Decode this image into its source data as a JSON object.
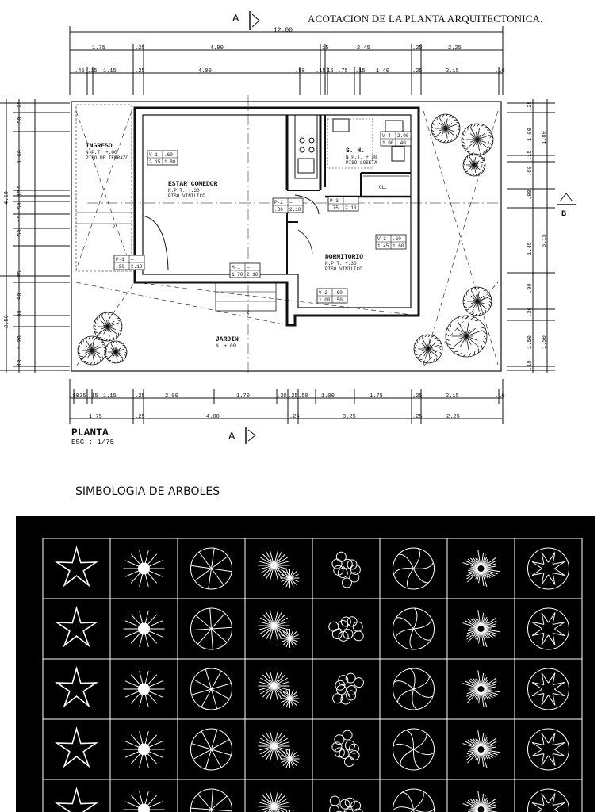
{
  "sheet": {
    "title": "ACOTACION DE LA PLANTA ARQUITECTONICA.",
    "plan_label": "PLANTA",
    "plan_scale": "ESC : 1/75",
    "section_a_label": "A",
    "section_b_label": "B"
  },
  "dimensions": {
    "top_total": "12.00",
    "top_row2": [
      "1.75",
      ".25",
      "4.90",
      ".15",
      "2.45",
      ".25",
      "2.25"
    ],
    "top_row3": [
      ".45",
      ".15",
      "1.15",
      ".25",
      "4.00",
      ".90",
      ".15",
      ".15",
      ".75",
      ".15",
      "1.40",
      ".25",
      "2.15",
      ".10"
    ],
    "bottom_row1": [
      ".10",
      ".35",
      ".15",
      "1.15",
      ".25",
      "2.00",
      "1.70",
      ".30",
      ".25",
      ".50",
      "1.00",
      "1.75",
      ".25",
      "2.15",
      ".10"
    ],
    "bottom_row2": [
      "1.75",
      ".25",
      "4.00",
      ".25",
      "3.25",
      ".25",
      "2.25"
    ],
    "left_total": "4.50",
    "left_lower": "2.50",
    "left_detail": [
      ".25",
      ".50",
      "1.60",
      ".15",
      ".15",
      ".50",
      ".15",
      ".50",
      ".25",
      ".90",
      ".30",
      "1.20",
      ".10"
    ],
    "right_outer": [
      "1.80",
      "5.15",
      "1.50"
    ],
    "right_inner": [
      ".25",
      "1.00",
      ".15",
      ".60",
      ".80",
      "1.45",
      ".90",
      ".30",
      "1.50",
      ".10"
    ]
  },
  "rooms": [
    {
      "name": "INGRESO",
      "level": "N.P.T. +.00",
      "floor": "PISO DE TERRAZO"
    },
    {
      "name": "ESTAR  COMEDOR",
      "level": "N.P.T. +.30",
      "floor": "PISO VINILICO"
    },
    {
      "name": "S. H.",
      "level": "N.P.T. +.30",
      "floor": "PISO LOSETA"
    },
    {
      "name": "DORMITORIO",
      "level": "N.P.T. +.30",
      "floor": "PISO VINILICO"
    },
    {
      "name": "JARDIN",
      "level": "N. +.00",
      "floor": ""
    }
  ],
  "closet_label": "CL.",
  "step_marks": [
    "2",
    "2"
  ],
  "openings": [
    {
      "code": "V-1",
      "a": ".60",
      "b": "2.15",
      "c": "1.80"
    },
    {
      "code": "P-2",
      "a": "",
      "b": ".80",
      "c": "2.10"
    },
    {
      "code": "P-3",
      "a": "",
      "b": ".75",
      "c": "2.10"
    },
    {
      "code": "V-4",
      "a": "2.00",
      "b": "1.00",
      "c": ".40"
    },
    {
      "code": "V-3",
      "a": ".60",
      "b": "1.45",
      "c": "1.60"
    },
    {
      "code": "P-1",
      "a": "",
      "b": ".90",
      "c": "2.10"
    },
    {
      "code": "M-1",
      "a": "",
      "b": "1.70",
      "c": "2.10"
    },
    {
      "code": "V-2",
      "a": ".60",
      "b": "1.00",
      "c": ".50"
    }
  ],
  "legend": {
    "title": "SIMBOLOGIA DE ARBOLES",
    "rows": 5,
    "cols": 8,
    "symbols": [
      "star-palm",
      "spiky-shrub",
      "branch-circle",
      "burst-pair",
      "cluster-blob",
      "lobed-canopy",
      "scallop-canopy",
      "star-circle",
      "fern-clump",
      "bubble-group",
      "radial-circle",
      "scatter-circle",
      "star-burst",
      "leaf-circle",
      "dense-radial",
      "frilled-circle",
      "polygon-group",
      "bead-ring",
      "fan-pair",
      "dot-cloud",
      "segment-circle",
      "cut-circle",
      "spiral-circle",
      "hatched-circle",
      "wavy-ring",
      "needle-circle",
      "petal-circle",
      "burst-pair-large",
      "feather-circle",
      "fine-radial",
      "dashed-ring",
      "spike-circle",
      "animal-shape",
      "rock-shape",
      "hand-circle",
      "shell-circle",
      "mesh-circle",
      "dot-circle",
      "swirl-circle",
      "palm-top"
    ]
  }
}
